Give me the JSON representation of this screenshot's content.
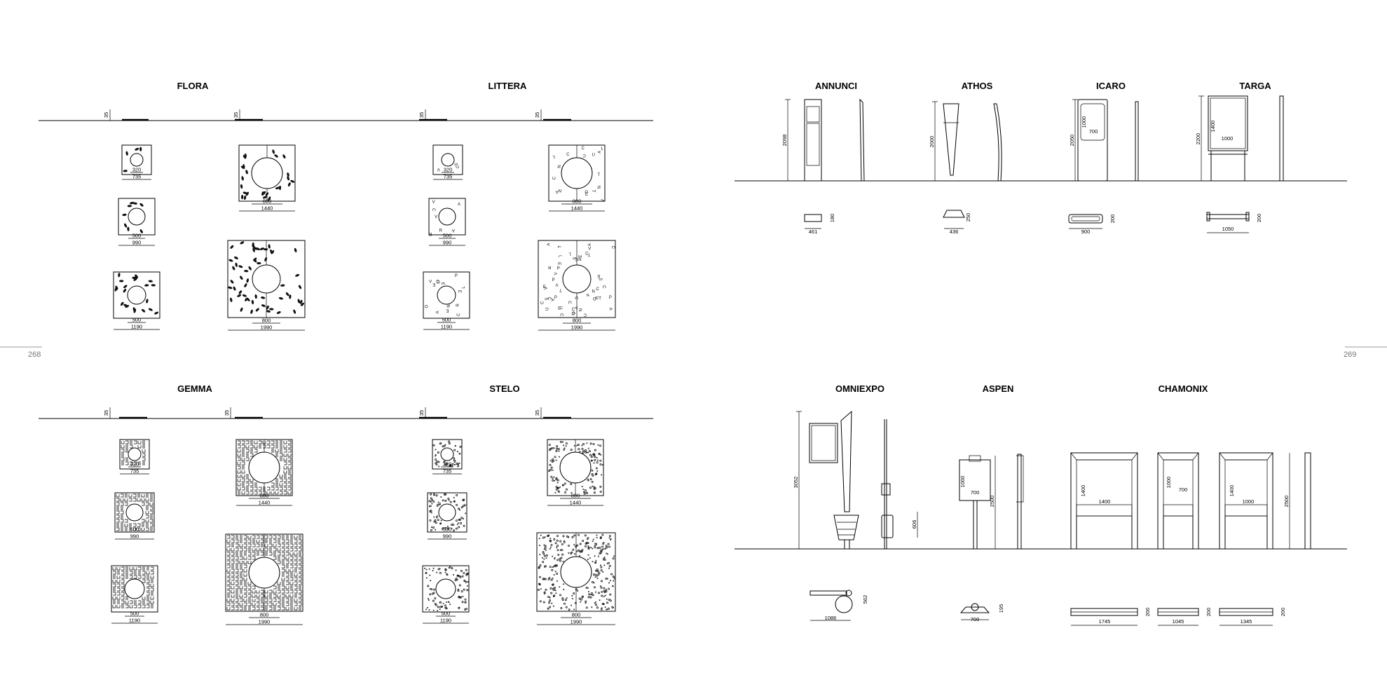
{
  "page_numbers": {
    "left": "268",
    "right": "269"
  },
  "grates": [
    {
      "name": "FLORA",
      "pattern": "leaf",
      "small": [
        [
          "320",
          "735"
        ],
        [
          "500",
          "990"
        ],
        [
          "500",
          "1190"
        ]
      ],
      "large": [
        [
          "800",
          "1440"
        ],
        [
          "800",
          "1990"
        ]
      ],
      "dim35": "35"
    },
    {
      "name": "LITTERA",
      "pattern": "letter",
      "small": [
        [
          "320",
          "735"
        ],
        [
          "500",
          "990"
        ],
        [
          "500",
          "1190"
        ]
      ],
      "large": [
        [
          "800",
          "1440"
        ],
        [
          "800",
          "1990"
        ]
      ],
      "dim35": "35"
    },
    {
      "name": "GEMMA",
      "pattern": "meander",
      "small": [
        [
          "320",
          "735"
        ],
        [
          "500",
          "990"
        ],
        [
          "500",
          "1190"
        ]
      ],
      "large": [
        [
          "800",
          "1440"
        ],
        [
          "800",
          "1990"
        ]
      ],
      "dim35": "35"
    },
    {
      "name": "STELO",
      "pattern": "dots",
      "small": [
        [
          "320",
          "735"
        ],
        [
          "500",
          "990"
        ],
        [
          "500",
          "1190"
        ]
      ],
      "large": [
        [
          "800",
          "1440"
        ],
        [
          "800",
          "1990"
        ]
      ],
      "dim35": "35"
    }
  ],
  "boards_top": [
    {
      "name": "ANNUNCI",
      "height": "2098",
      "plan_w": "461",
      "plan_d": "180"
    },
    {
      "name": "ATHOS",
      "height": "2000",
      "plan_w": "436",
      "plan_d": "250"
    },
    {
      "name": "ICARO",
      "height": "2050",
      "inner_h": "1000",
      "inner_w": "700",
      "plan_w": "900",
      "plan_d": "200"
    },
    {
      "name": "TARGA",
      "height": "2200",
      "inner_h": "1400",
      "inner_w": "1000",
      "plan_w": "1050",
      "plan_d": "200"
    }
  ],
  "boards_bottom": {
    "omniexpo": {
      "name": "OMNIEXPO",
      "height": "3052",
      "bin_h": "606",
      "plan_w": "1086",
      "plan_d": "562"
    },
    "aspen": {
      "name": "ASPEN",
      "height": "2500",
      "inner_h": "1000",
      "inner_w": "700",
      "plan_w": "700",
      "plan_d": "195"
    },
    "chamonix": {
      "name": "CHAMONIX",
      "height": "2500",
      "units": [
        {
          "inner_h": "1400",
          "inner_w": "1400",
          "plan_w": "1745",
          "plan_d": "200"
        },
        {
          "inner_h": "1000",
          "inner_w": "700",
          "plan_w": "1045",
          "plan_d": "200"
        },
        {
          "inner_h": "1400",
          "inner_w": "1000",
          "plan_w": "1345",
          "plan_d": "200"
        }
      ]
    }
  }
}
